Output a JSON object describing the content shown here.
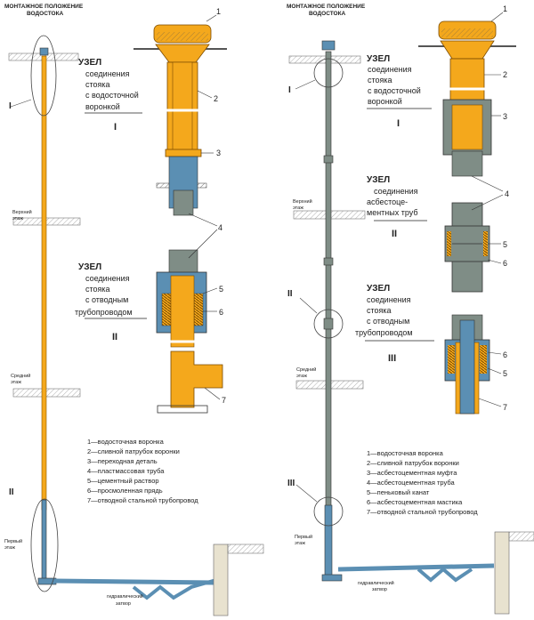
{
  "left": {
    "header": [
      "МОНТАЖНОЕ ПОЛОЖЕНИЕ",
      "ВОДОСТОКА"
    ],
    "floors": {
      "top": [
        "Верхний",
        "этаж"
      ],
      "middle": [
        "Средний",
        "этаж"
      ],
      "first": [
        "Первый",
        "этаж"
      ]
    },
    "callouts": {
      "c1": "I",
      "c2": "II"
    },
    "trap_label": [
      "гидравлический",
      "затвор"
    ],
    "node1": {
      "title": "УЗЕЛ",
      "lines": [
        "соединения",
        "стояка",
        "с водосточной",
        "воронкой"
      ],
      "roman": "I"
    },
    "node2": {
      "title": "УЗЕЛ",
      "lines": [
        "соединения",
        "стояка",
        "с отводным",
        "трубопроводом"
      ],
      "roman": "II"
    },
    "numbers": [
      "1",
      "2",
      "3",
      "4",
      "5",
      "6",
      "7"
    ],
    "legend": [
      "1—водосточная воронка",
      "2—сливной патрубок воронки",
      "3—переходная деталь",
      "4—пластмассовая труба",
      "5—цементный раствор",
      "6—просмоленная прядь",
      "7—отводной стальной трубопровод"
    ]
  },
  "right": {
    "header": [
      "МОНТАЖНОЕ ПОЛОЖЕНИЕ",
      "ВОДОСТОКА"
    ],
    "floors": {
      "top": [
        "Верхний",
        "этаж"
      ],
      "middle": [
        "Средний",
        "этаж"
      ],
      "first": [
        "Первый",
        "этаж"
      ]
    },
    "callouts": {
      "c1": "I",
      "c2": "II",
      "c3": "III"
    },
    "trap_label": [
      "гидравлический",
      "затвор"
    ],
    "node1": {
      "title": "УЗЕЛ",
      "lines": [
        "соединения",
        "стояка",
        "с водосточной",
        "воронкой"
      ],
      "roman": "I"
    },
    "node2": {
      "title": "УЗЕЛ",
      "lines": [
        "соединения",
        "асбестоце-",
        "ментных труб"
      ],
      "roman": "II"
    },
    "node3": {
      "title": "УЗЕЛ",
      "lines": [
        "соединения",
        "стояка",
        "с отводным",
        "трубопроводом"
      ],
      "roman": "III"
    },
    "numbers": [
      "1",
      "2",
      "3",
      "4",
      "5",
      "6",
      "6",
      "5",
      "7"
    ],
    "legend": [
      "1—водосточная воронка",
      "2—сливной патрубок воронки",
      "3—асбестоцементная муфта",
      "4—асбестоцементная труба",
      "5—пеньковый канат",
      "6—асбестоцементная мастика",
      "7—отводной стальной трубопровод"
    ]
  },
  "colors": {
    "orange": "#f4a81c",
    "grey": "#7f8d86",
    "blue": "#5b8fb3",
    "dark": "#2a2a2a"
  }
}
